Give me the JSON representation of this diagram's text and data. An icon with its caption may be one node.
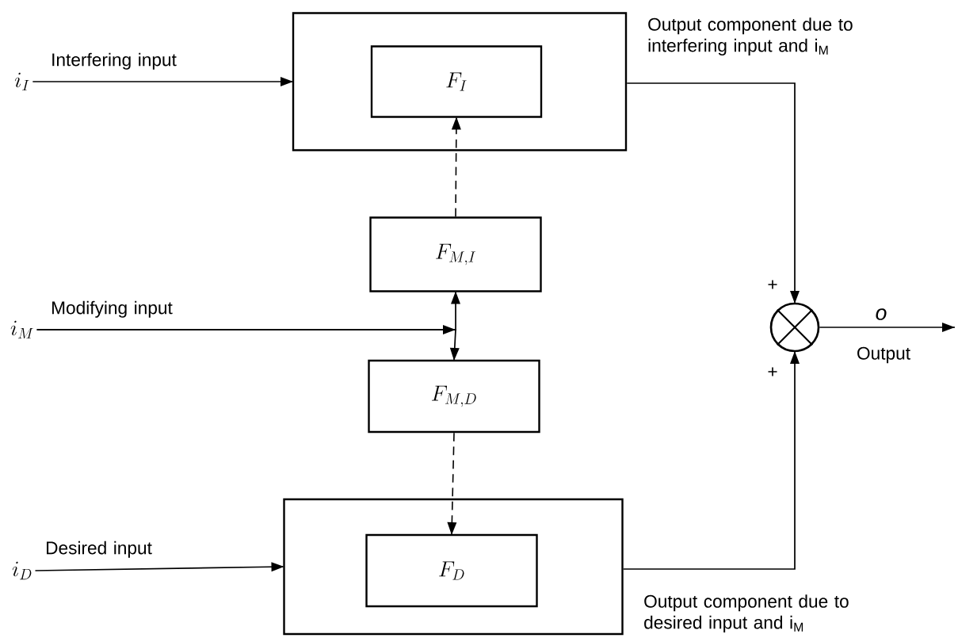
{
  "diagram": {
    "nodes": [
      {
        "text": [],
        "shape": "box"
      },
      {
        "text": [
          "F_{I}"
        ],
        "in": 0
      },
      {
        "text": [
          "F_{M, I}"
        ]
      },
      {
        "text": [
          "F_{M, D}"
        ]
      },
      {
        "text": [],
        "shape": "box"
      },
      {
        "text": [
          "F_{D}"
        ],
        "in": 4
      },
      {
        "text": [
          "i_{I}"
        ]
      },
      {
        "text": [
          "i_{M}"
        ]
      },
      {
        "text": [
          "i_{D}"
        ]
      },
      {
        "text": [],
        "shape": "circle"
      }
    ],
    "edges": [
      {
        "from": 6,
        "to": 0,
        "arrow": "to",
        "label": "Interfering input"
      },
      {
        "from": 7,
        "to": 2,
        "arrow": "to",
        "label": "Modifying input"
      },
      {
        "from": 7,
        "to": 3,
        "arrow": "to"
      },
      {
        "from": 8,
        "to": 4,
        "arrow": "to",
        "label": "Desired input"
      },
      {
        "from": 2,
        "to": 1,
        "arrow": "to",
        "style": "dashed"
      },
      {
        "from": 3,
        "to": 5,
        "arrow": "to",
        "style": "dashed"
      },
      {
        "from": 0,
        "to": 9,
        "arrow": "to",
        "label": "Output component due to interfering input and i$_{M}$"
      },
      {
        "from": 4,
        "to": 9,
        "arrow": "to",
        "label": "Output component due to desired input and i$_{M}$"
      },
      {
        "from": 9,
        "to": null,
        "arrow": "to",
        "label": "o"
      }
    ],
    "labels": [
      "+",
      "+",
      "Output"
    ]
  }
}
